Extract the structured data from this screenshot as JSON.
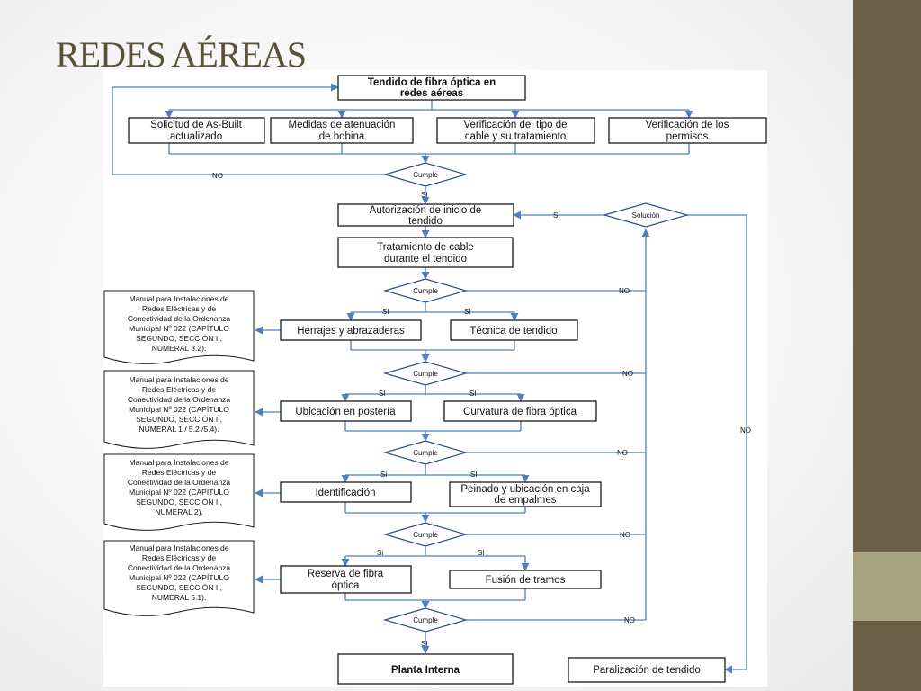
{
  "slide": {
    "title": "REDES AÉREAS"
  },
  "flowchart": {
    "start": {
      "line1": "Tendido de fibra óptica en",
      "line2": "redes aéreas"
    },
    "row1": [
      {
        "line1": "Solicitud de As-Built",
        "line2": "actualizado"
      },
      {
        "line1": "Medidas de atenuación",
        "line2": "de bobina"
      },
      {
        "line1": "Verificación del tipo de",
        "line2": "cable y su tratamiento"
      },
      {
        "line1": "Verificación de los",
        "line2": "permisos"
      }
    ],
    "autorizacion": {
      "line1": "Autorización de inicio de",
      "line2": "tendido"
    },
    "tratamiento": {
      "line1": "Tratamiento de cable",
      "line2": "durante el tendido"
    },
    "herrajes": "Herrajes y abrazaderas",
    "tecnica": "Técnica de tendido",
    "ubicacion": "Ubicación en postería",
    "curvatura": "Curvatura de fibra óptica",
    "identificacion": "Identificación",
    "peinado": {
      "line1": "Peinado y ubicación en caja",
      "line2": "de empalmes"
    },
    "reserva": {
      "line1": "Reserva de fibra",
      "line2": "óptica"
    },
    "fusion": "Fusión de tramos",
    "planta": "Planta Interna",
    "paralizacion": "Paralización de tendido",
    "decision": "Cumple",
    "solucion": "Solución",
    "labels": {
      "no": "NO",
      "si_upper": "SI",
      "si_lower": "Si"
    },
    "manuals": [
      {
        "lines": [
          "Manual para Instalaciones de",
          "Redes Eléctricas y de",
          "Conectividad de la Ordenanza",
          "Municipal Nº 022 (CAPÍTULO",
          "SEGUNDO, SECCIÓN II,",
          "NUMERAL 3.2)."
        ]
      },
      {
        "lines": [
          "Manual para Instalaciones de",
          "Redes Eléctricas y de",
          "Conectividad de la Ordenanza",
          "Municipal Nº 022 (CAPÍTULO",
          "SEGUNDO, SECCIÓN II,",
          "NUMERAL 1 / 5.2 /5.4)."
        ]
      },
      {
        "lines": [
          "Manual para Instalaciones de",
          "Redes Eléctricas y de",
          "Conectividad de la Ordenanza",
          "Municipal Nº 022 (CAPÍTULO",
          "SEGUNDO, SECCIÓN II,",
          "NUMERAL 2)."
        ]
      },
      {
        "lines": [
          "Manual para Instalaciones de",
          "Redes Eléctricas y de",
          "Conectividad de la Ordenanza",
          "Municipal Nº 022 (CAPÍTULO",
          "SEGUNDO, SECCIÓN II,",
          "NUMERAL 5.1)."
        ]
      }
    ]
  },
  "colors": {
    "band": "#6b5f47",
    "accent": "#a9a582",
    "title": "#5a5238",
    "connector": "#4f7fbf"
  }
}
